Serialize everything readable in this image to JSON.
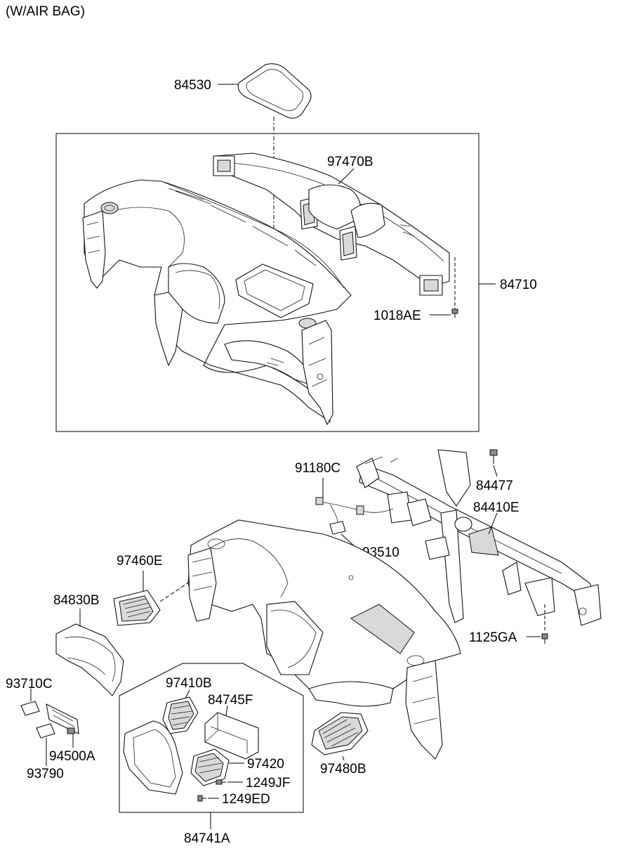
{
  "header": {
    "title": "(W/AIR BAG)"
  },
  "labels": {
    "p84530": "84530",
    "p97470B": "97470B",
    "p84710": "84710",
    "p1018AE": "1018AE",
    "p91180C": "91180C",
    "p84477": "84477",
    "p84410E": "84410E",
    "p93510": "93510",
    "p97460E": "97460E",
    "p84830B": "84830B",
    "p1125GA": "1125GA",
    "p93710C": "93710C",
    "p97410B": "97410B",
    "p84745F": "84745F",
    "p94500A": "94500A",
    "p93790": "93790",
    "p97420": "97420",
    "p1249JF": "1249JF",
    "p1249ED": "1249ED",
    "p97480B": "97480B",
    "p84741A": "84741A"
  }
}
